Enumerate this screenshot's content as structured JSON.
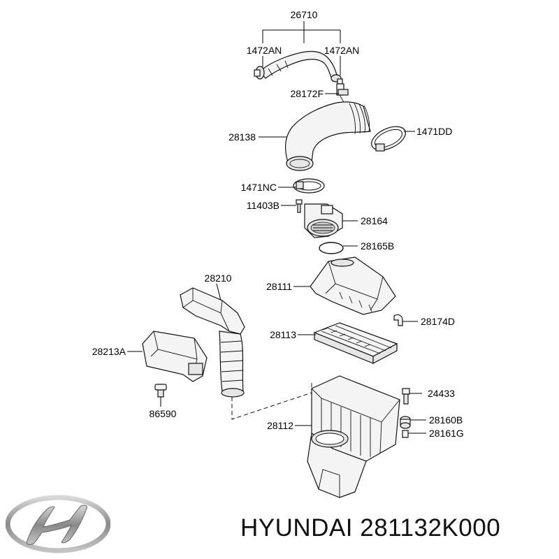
{
  "diagram": {
    "callouts": [
      {
        "id": "26710",
        "text": "26710"
      },
      {
        "id": "1472AN-left",
        "text": "1472AN"
      },
      {
        "id": "1472AN-right",
        "text": "1472AN"
      },
      {
        "id": "28172F",
        "text": "28172F"
      },
      {
        "id": "28138",
        "text": "28138"
      },
      {
        "id": "1471DD",
        "text": "1471DD"
      },
      {
        "id": "1471NC",
        "text": "1471NC"
      },
      {
        "id": "11403B",
        "text": "11403B"
      },
      {
        "id": "28164",
        "text": "28164"
      },
      {
        "id": "28165B",
        "text": "28165B"
      },
      {
        "id": "28210",
        "text": "28210"
      },
      {
        "id": "28111",
        "text": "28111"
      },
      {
        "id": "28174D",
        "text": "28174D"
      },
      {
        "id": "28113",
        "text": "28113"
      },
      {
        "id": "28213A",
        "text": "28213A"
      },
      {
        "id": "86590",
        "text": "86590"
      },
      {
        "id": "24433",
        "text": "24433"
      },
      {
        "id": "28112",
        "text": "28112"
      },
      {
        "id": "28160B",
        "text": "28160B"
      },
      {
        "id": "28161G",
        "text": "28161G"
      }
    ]
  },
  "footer": {
    "brand_part": "HYUNDAI 281132K000",
    "logo_icon": "hyundai-logo-icon"
  }
}
